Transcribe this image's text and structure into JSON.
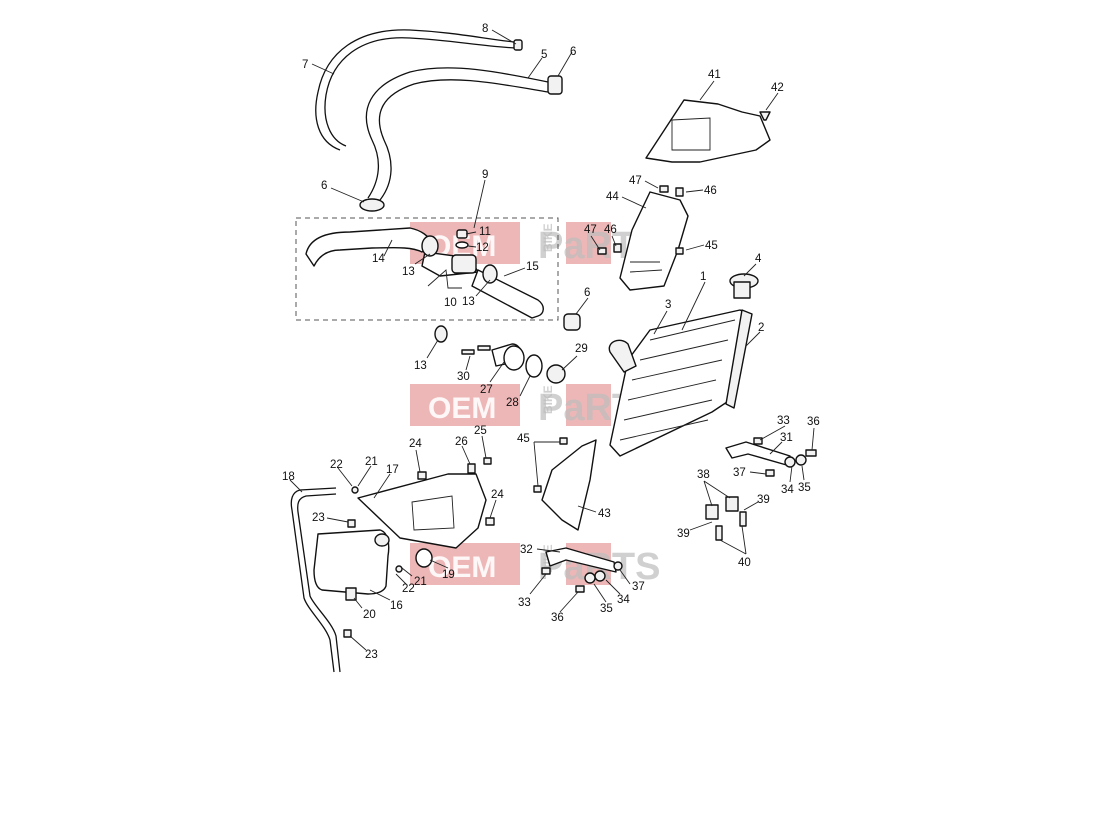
{
  "watermark": {
    "brand_left": "OEM",
    "brand_side": "BIKE",
    "brand_right": "PaRTS"
  },
  "callouts": [
    "1",
    "2",
    "3",
    "4",
    "5",
    "6",
    "6",
    "6",
    "6",
    "7",
    "8",
    "9",
    "10",
    "11",
    "12",
    "13",
    "13",
    "13",
    "13",
    "14",
    "15",
    "16",
    "17",
    "18",
    "19",
    "20",
    "21",
    "21",
    "22",
    "22",
    "23",
    "23",
    "24",
    "24",
    "25",
    "26",
    "27",
    "28",
    "29",
    "30",
    "31",
    "32",
    "33",
    "33",
    "34",
    "34",
    "35",
    "35",
    "36",
    "36",
    "37",
    "37",
    "38",
    "39",
    "39",
    "40",
    "41",
    "42",
    "43",
    "44",
    "45",
    "45",
    "46",
    "46",
    "47",
    "47"
  ]
}
